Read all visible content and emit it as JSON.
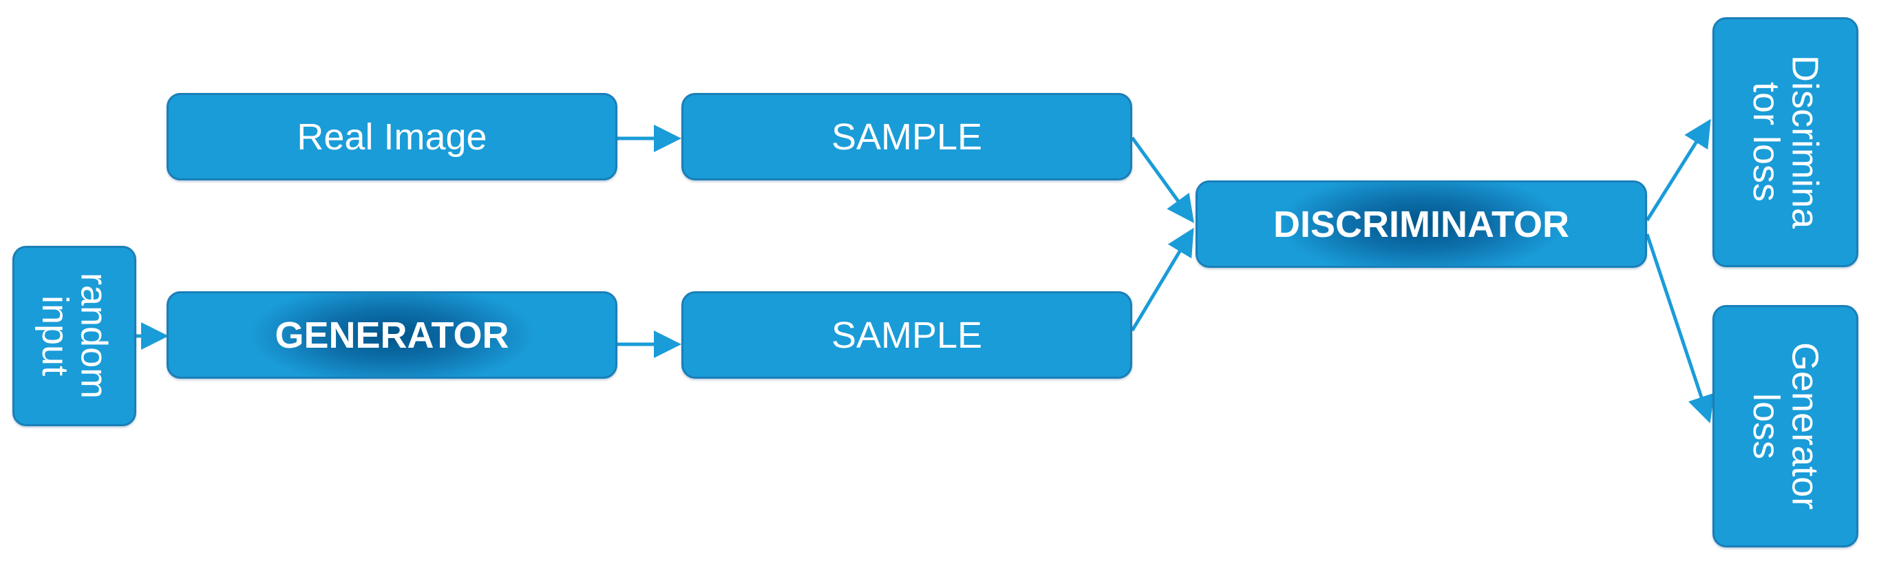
{
  "nodes": {
    "real_image": "Real Image",
    "sample_top": "SAMPLE",
    "random_input": "random\ninput",
    "generator": "GENERATOR",
    "sample_bottom": "SAMPLE",
    "discriminator": "DISCRIMINATOR",
    "discriminator_loss": "Discrimina\ntor loss",
    "generator_loss": "Generator\nloss"
  },
  "edges": [
    {
      "from": "real_image",
      "to": "sample_top"
    },
    {
      "from": "random_input",
      "to": "generator"
    },
    {
      "from": "generator",
      "to": "sample_bottom"
    },
    {
      "from": "sample_top",
      "to": "discriminator"
    },
    {
      "from": "sample_bottom",
      "to": "discriminator"
    },
    {
      "from": "discriminator",
      "to": "discriminator_loss"
    },
    {
      "from": "discriminator",
      "to": "generator_loss"
    }
  ],
  "colors": {
    "box_fill": "#1a9cd8",
    "box_dark_center": "#005387",
    "arrow": "#1a9cd8",
    "text": "#ffffff"
  }
}
